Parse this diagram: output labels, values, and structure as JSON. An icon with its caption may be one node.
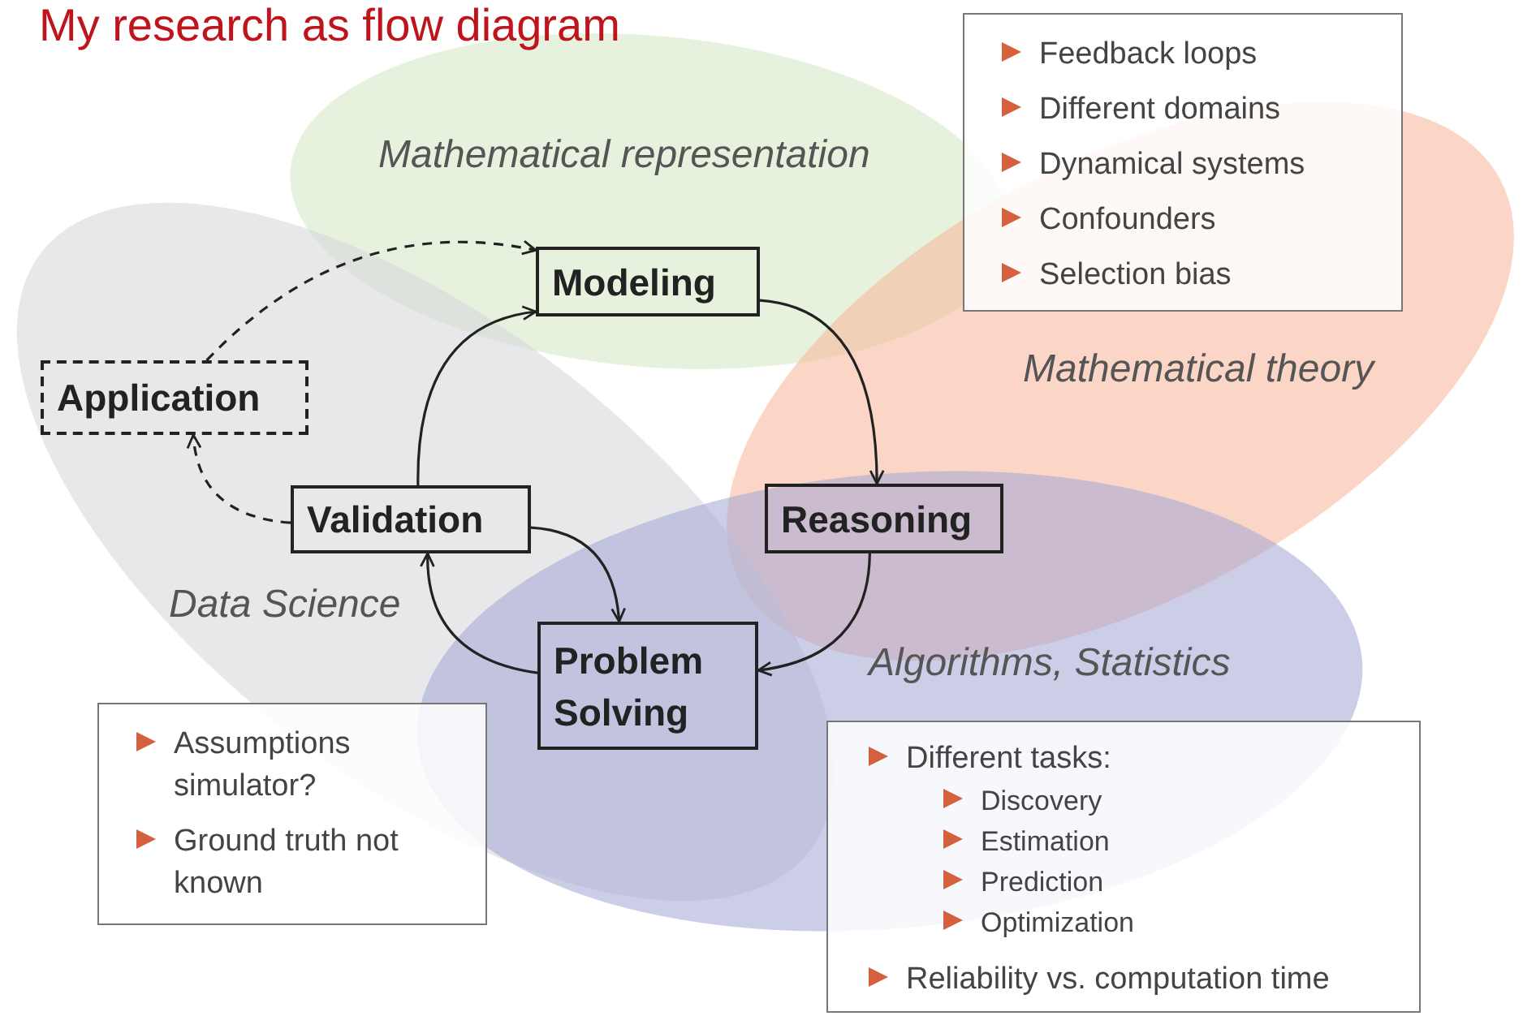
{
  "diagram": {
    "title": "My research as flow diagram",
    "nodes": [
      {
        "text": [
          "Modeling"
        ]
      },
      {
        "text": [
          "Reasoning"
        ]
      },
      {
        "text": [
          "Problem Solving"
        ]
      },
      {
        "text": [
          "Validation"
        ]
      },
      {
        "text": [
          "Application"
        ]
      },
      {
        "text": [
          "Feedback loops",
          "Different domains",
          "Dynamical systems",
          "Confounders",
          "Selection bias"
        ]
      },
      {
        "text": [
          "Assumptions simulator?",
          "Ground truth not known"
        ]
      },
      {
        "text": [
          "Different tasks:",
          "Discovery",
          "Estimation",
          "Prediction",
          "Optimization",
          "Reliability vs. computation time"
        ]
      }
    ],
    "edges": [
      {
        "from": 0,
        "to": 1,
        "arrow": "to"
      },
      {
        "from": 1,
        "to": 2,
        "arrow": "to"
      },
      {
        "from": 2,
        "to": 3,
        "arrow": "to"
      },
      {
        "from": 3,
        "to": 2,
        "arrow": "to"
      },
      {
        "from": 3,
        "to": 0,
        "arrow": "to"
      },
      {
        "from": 3,
        "to": 4,
        "arrow": "to",
        "style": "dashed"
      },
      {
        "from": 4,
        "to": 0,
        "arrow": "to",
        "style": "dashed"
      }
    ],
    "labels": [
      "Mathematical representation",
      "Mathematical theory",
      "Data Science",
      "Algorithms, Statistics"
    ]
  }
}
